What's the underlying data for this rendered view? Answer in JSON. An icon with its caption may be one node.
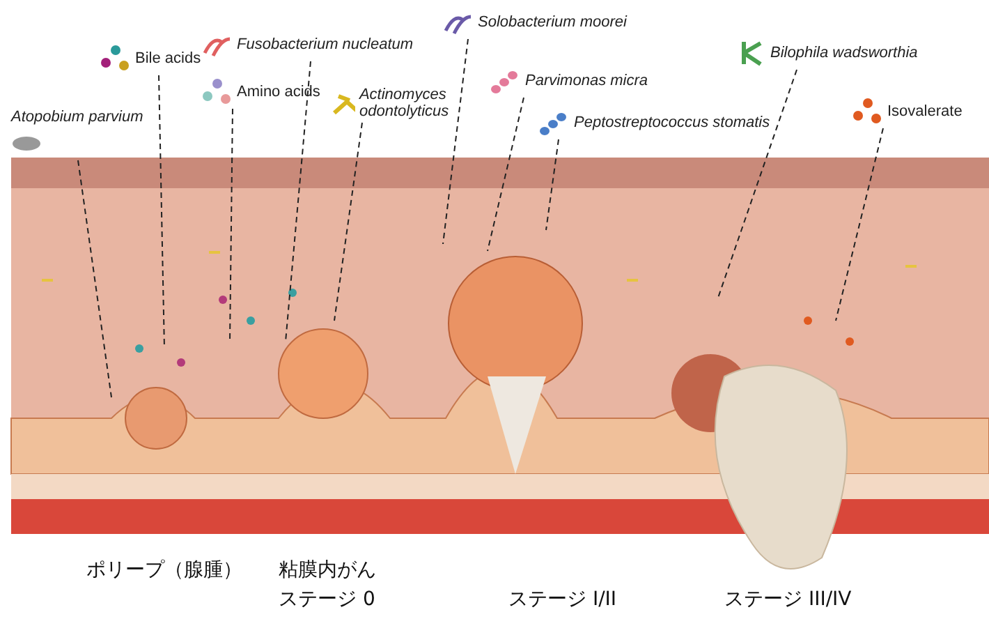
{
  "diagram": {
    "nodes": [
      {
        "text": [
          "Atopobium parvium"
        ]
      },
      {
        "text": [
          "Bile acids"
        ]
      },
      {
        "text": [
          "Fusobacterium nucleatum"
        ]
      },
      {
        "text": [
          "Amino acids"
        ]
      },
      {
        "text": [
          "Actinomyces odontolyticus"
        ]
      },
      {
        "text": [
          "Solobacterium moorei"
        ]
      },
      {
        "text": [
          "Parvimonas micra"
        ]
      },
      {
        "text": [
          "Peptostreptococcus stomatis"
        ]
      },
      {
        "text": [
          "Bilophila wadsworthia"
        ]
      },
      {
        "text": [
          "Isovalerate"
        ]
      }
    ],
    "edges": [
      {
        "from": 0,
        "to": null,
        "arrow": "none",
        "style": "dashed"
      },
      {
        "from": 1,
        "to": null,
        "arrow": "none",
        "style": "dashed"
      },
      {
        "from": 2,
        "to": null,
        "arrow": "none",
        "style": "dashed"
      },
      {
        "from": 3,
        "to": null,
        "arrow": "none",
        "style": "dashed"
      },
      {
        "from": 4,
        "to": null,
        "arrow": "none",
        "style": "dashed"
      },
      {
        "from": 5,
        "to": null,
        "arrow": "none",
        "style": "dashed"
      },
      {
        "from": 6,
        "to": null,
        "arrow": "none",
        "style": "dashed"
      },
      {
        "from": 7,
        "to": null,
        "arrow": "none",
        "style": "dashed"
      },
      {
        "from": 8,
        "to": null,
        "arrow": "none",
        "style": "dashed"
      },
      {
        "from": 9,
        "to": null,
        "arrow": "none",
        "style": "dashed"
      }
    ],
    "labels": [
      "ポリープ（腺腫）",
      "粘膜内がん",
      "ステージ 0",
      "ステージ I/II",
      "ステージ III/IV"
    ]
  }
}
